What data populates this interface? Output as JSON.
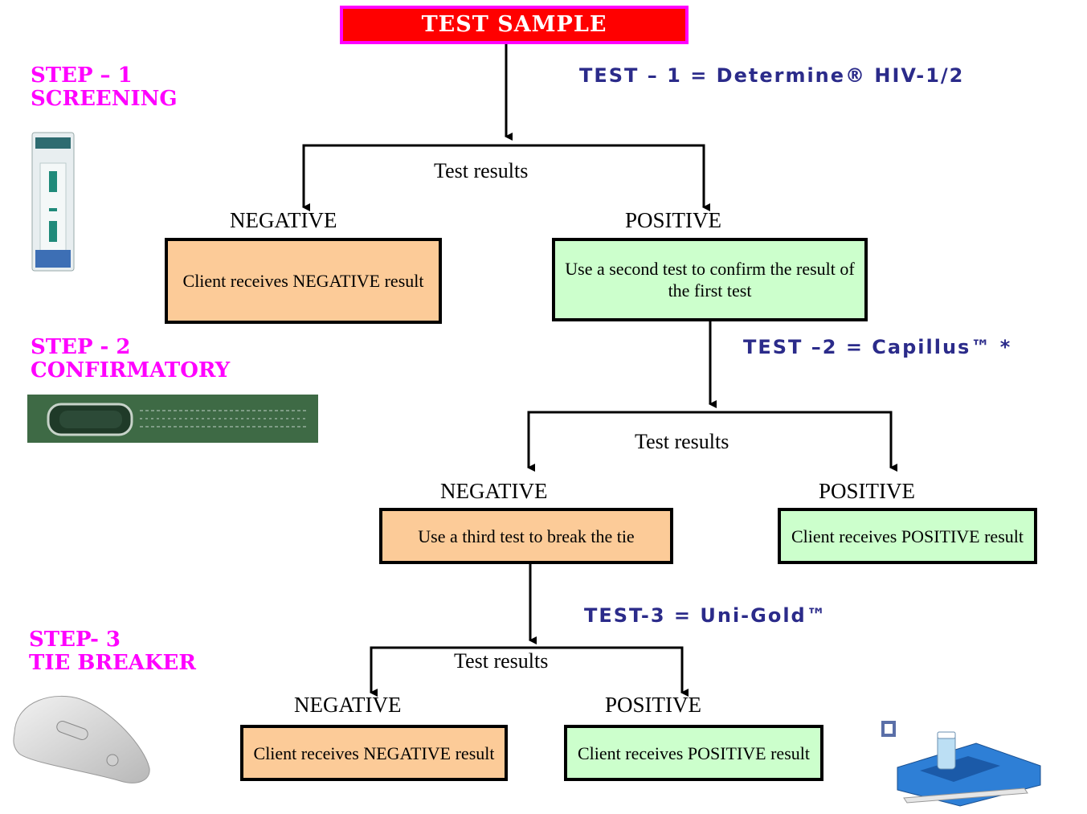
{
  "title": "TEST SAMPLE",
  "steps": [
    {
      "label": "STEP – 1\nSCREENING"
    },
    {
      "label": "STEP - 2\nCONFIRMATORY"
    },
    {
      "label": "STEP- 3\nTIE BREAKER"
    }
  ],
  "tests": {
    "test1": "TEST – 1 = Determine® HIV-1/2",
    "test2": "TEST –2 = Capillus™ *",
    "test3": "TEST-3 = Uni-Gold™"
  },
  "level1": {
    "results_label": "Test results",
    "negative_head": "NEGATIVE",
    "positive_head": "POSITIVE",
    "negative_box": "Client receives NEGATIVE result",
    "positive_box": "Use a second test to confirm the result of the first test"
  },
  "level2": {
    "results_label": "Test results",
    "negative_head": "NEGATIVE",
    "positive_head": "POSITIVE",
    "negative_box": "Use a third test to break the tie",
    "positive_box": "Client receives POSITIVE result"
  },
  "level3": {
    "results_label": "Test results",
    "negative_head": "NEGATIVE",
    "positive_head": "POSITIVE",
    "negative_box": "Client receives NEGATIVE result",
    "positive_box": "Client receives POSITIVE result"
  },
  "colors": {
    "title_bg": "#ff0000",
    "title_border": "#ff00ff",
    "step_text": "#ff00ff",
    "test_text": "#2b2b8a",
    "negative_box": "#fccb98",
    "positive_box": "#ccffcc"
  }
}
